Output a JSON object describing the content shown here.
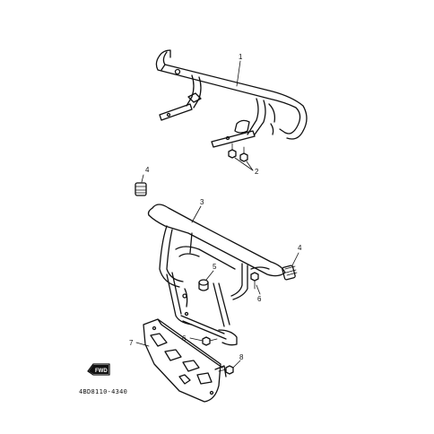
{
  "diagram": {
    "callouts": [
      {
        "id": "callout-1",
        "label": "1"
      },
      {
        "id": "callout-2",
        "label": "2"
      },
      {
        "id": "callout-3",
        "label": "3"
      },
      {
        "id": "callout-4a",
        "label": "4"
      },
      {
        "id": "callout-4b",
        "label": "4"
      },
      {
        "id": "callout-5",
        "label": "5"
      },
      {
        "id": "callout-6a",
        "label": "6"
      },
      {
        "id": "callout-6b",
        "label": "6"
      },
      {
        "id": "callout-7",
        "label": "7"
      },
      {
        "id": "callout-8",
        "label": "8"
      }
    ],
    "fwd_badge": "FWD",
    "part_code": "4BD8110-4340"
  }
}
